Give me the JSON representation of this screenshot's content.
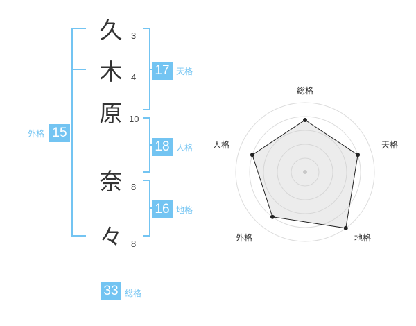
{
  "name": {
    "characters": [
      {
        "char": "久",
        "strokes": "3"
      },
      {
        "char": "木",
        "strokes": "4"
      },
      {
        "char": "原",
        "strokes": "10"
      },
      {
        "char": "奈",
        "strokes": "8"
      },
      {
        "char": "々",
        "strokes": "8"
      }
    ]
  },
  "fortune": {
    "tenkaku": {
      "value": "17",
      "label": "天格"
    },
    "jinkaku": {
      "value": "18",
      "label": "人格"
    },
    "chikaku": {
      "value": "16",
      "label": "地格"
    },
    "gaikaku": {
      "value": "15",
      "label": "外格"
    },
    "soukaku": {
      "value": "33",
      "label": "総格"
    }
  },
  "radar": {
    "axes": [
      "総格",
      "天格",
      "地格",
      "外格",
      "人格"
    ],
    "levels": 5,
    "values": [
      0.75,
      0.8,
      1.0,
      0.8,
      0.8
    ]
  },
  "colors": {
    "accent": "#73c4f2",
    "text": "#333333"
  }
}
